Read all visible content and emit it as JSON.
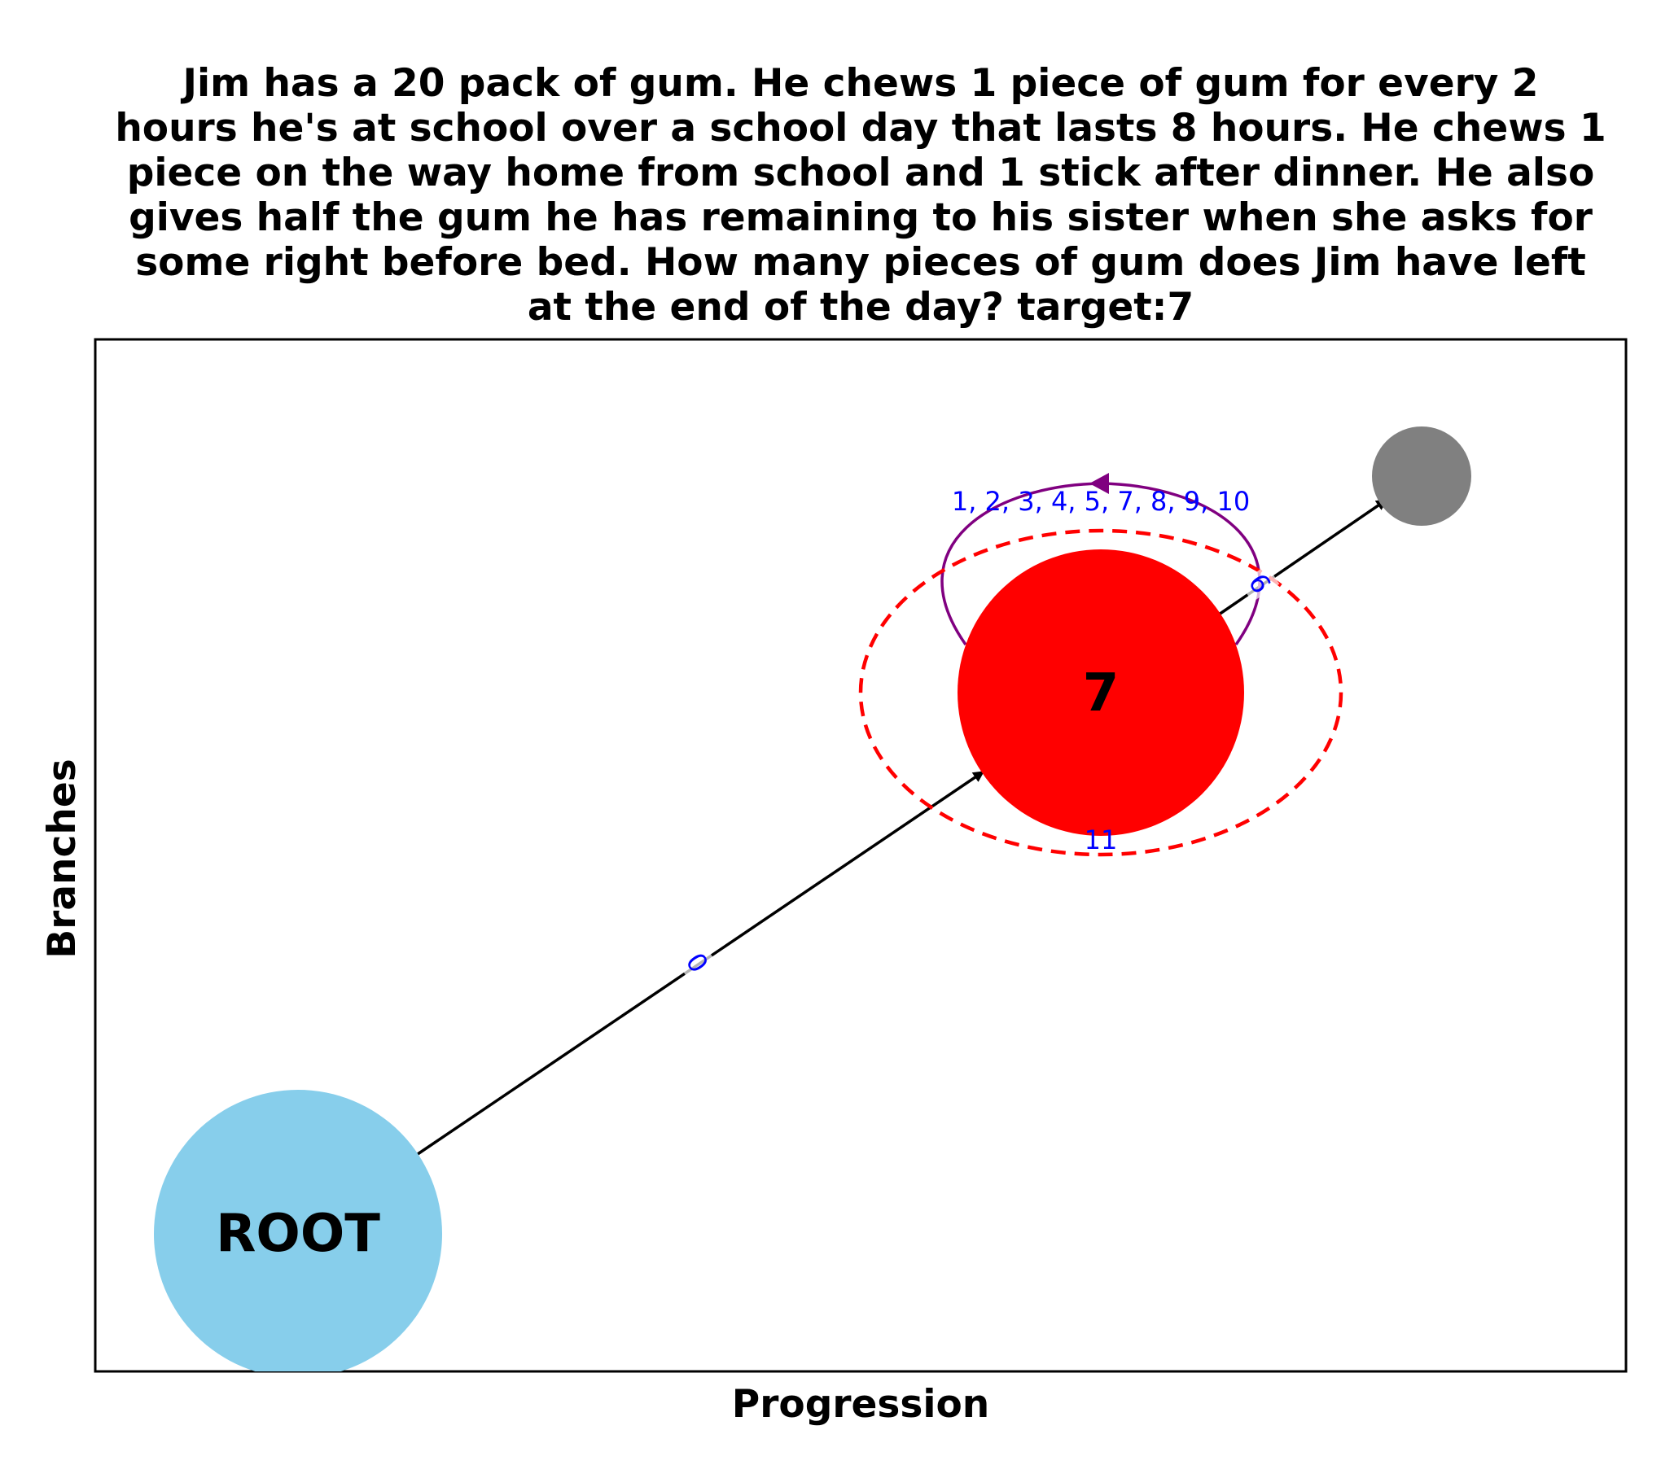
{
  "title_lines": [
    "Jim has a 20 pack of gum.  He chews 1 piece of gum for every 2",
    "hours he's at school over a school day that lasts 8 hours.  He chews 1",
    "piece on the way home from school and 1 stick after dinner.  He also",
    "gives half the gum he has remaining to his sister when she asks for",
    "some right before bed.  How many pieces of gum does Jim have left",
    "at the end of the day? target:7"
  ],
  "axes": {
    "xlabel": "Progression",
    "ylabel": "Branches"
  },
  "nodes": {
    "root": {
      "label": "ROOT",
      "color": "#87CEEB"
    },
    "answer": {
      "label": "7",
      "color": "#FF0000",
      "highlight_ring_color": "#FF0000"
    },
    "leaf": {
      "label": "",
      "color": "#808080"
    }
  },
  "edges": {
    "root_to_answer": {
      "label": "0",
      "color": "#000000"
    },
    "self_loop": {
      "label": "1, 2, 3, 4, 5, 7, 8, 9, 10",
      "color": "#800080"
    },
    "answer_to_leaf": {
      "label": "6",
      "color": "#000000"
    },
    "ring_label": {
      "label": "11"
    }
  },
  "colors": {
    "edge_label_text": "#0000FF"
  }
}
